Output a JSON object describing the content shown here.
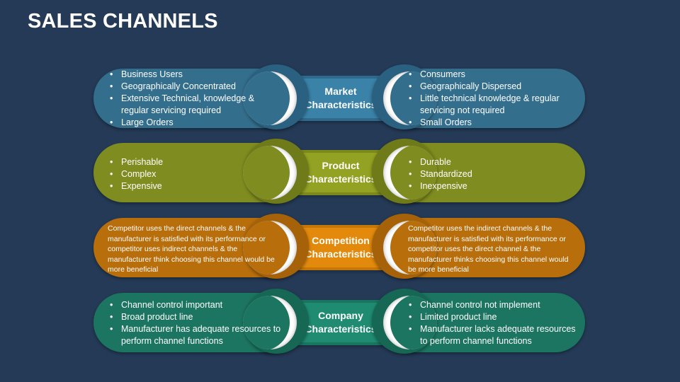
{
  "title": "SALES CHANNELS",
  "rows": [
    {
      "label_line1": "Market",
      "label_line2": "Characteristics",
      "colors": {
        "pill": "#336e8c",
        "ring": "#2b6180",
        "band": "#3a82a8",
        "band_edge": "#2d6a8c"
      },
      "left_items": [
        "Business Users",
        "Geographically Concentrated",
        "Extensive Technical, knowledge & regular servicing required",
        "Large Orders"
      ],
      "right_items": [
        "Consumers",
        "Geographically Dispersed",
        "Little technical knowledge & regular servicing not required",
        "Small Orders"
      ]
    },
    {
      "label_line1": "Product",
      "label_line2": "Characteristics",
      "colors": {
        "pill": "#7f8c1f",
        "ring": "#6f7b18",
        "band": "#93a223",
        "band_edge": "#7d8a1b"
      },
      "left_items": [
        "Perishable",
        "Complex",
        "Expensive"
      ],
      "right_items": [
        "Durable",
        "Standardized",
        "Inexpensive"
      ]
    },
    {
      "label_line1": "Competition",
      "label_line2": "Characteristics",
      "colors": {
        "pill": "#b86e0b",
        "ring": "#a66208",
        "band": "#e38a0c",
        "band_edge": "#c57708"
      },
      "left_text": "Competitor uses the direct channels & the manufacturer is satisfied with its performance or competitor uses indirect channels & the manufacturer think choosing this channel would be more beneficial",
      "right_text": "Competitor uses the indirect channels & the manufacturer is satisfied with its performance or competitor uses the direct channel & the manufacturer thinks choosing this channel would be more beneficial"
    },
    {
      "label_line1": "Company",
      "label_line2": "Characteristics",
      "colors": {
        "pill": "#1b7560",
        "ring": "#166753",
        "band": "#1f8c72",
        "band_edge": "#187560"
      },
      "left_items": [
        "Channel control important",
        "Broad product line",
        "Manufacturer has adequate resources to perform channel functions"
      ],
      "right_items": [
        "Channel control not implement",
        "Limited product line",
        "Manufacturer lacks adequate resources to perform channel functions"
      ]
    }
  ]
}
